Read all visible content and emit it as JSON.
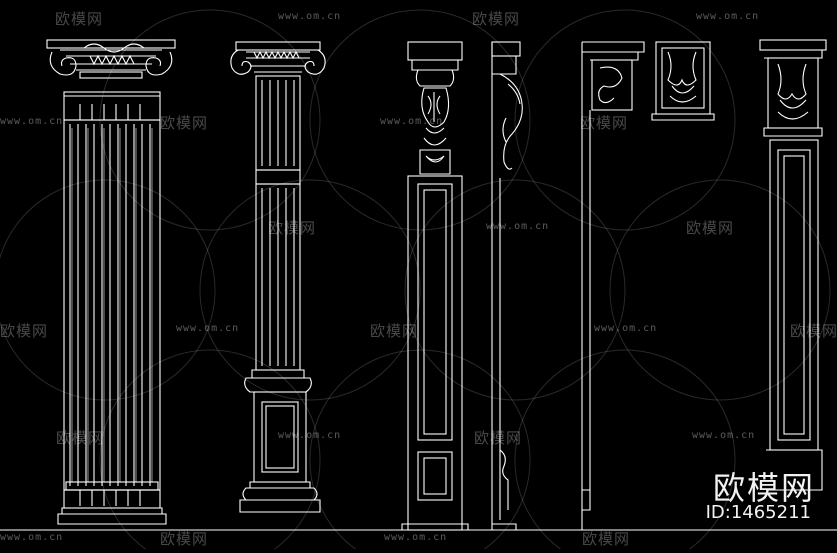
{
  "brand": {
    "name": "欧模网",
    "id_label": "ID:1465211"
  },
  "watermark": {
    "text": "欧模网",
    "url": "www.om.cn"
  },
  "colors": {
    "background": "#000000",
    "lines": "#ffffff",
    "watermark": "#ffffff"
  }
}
